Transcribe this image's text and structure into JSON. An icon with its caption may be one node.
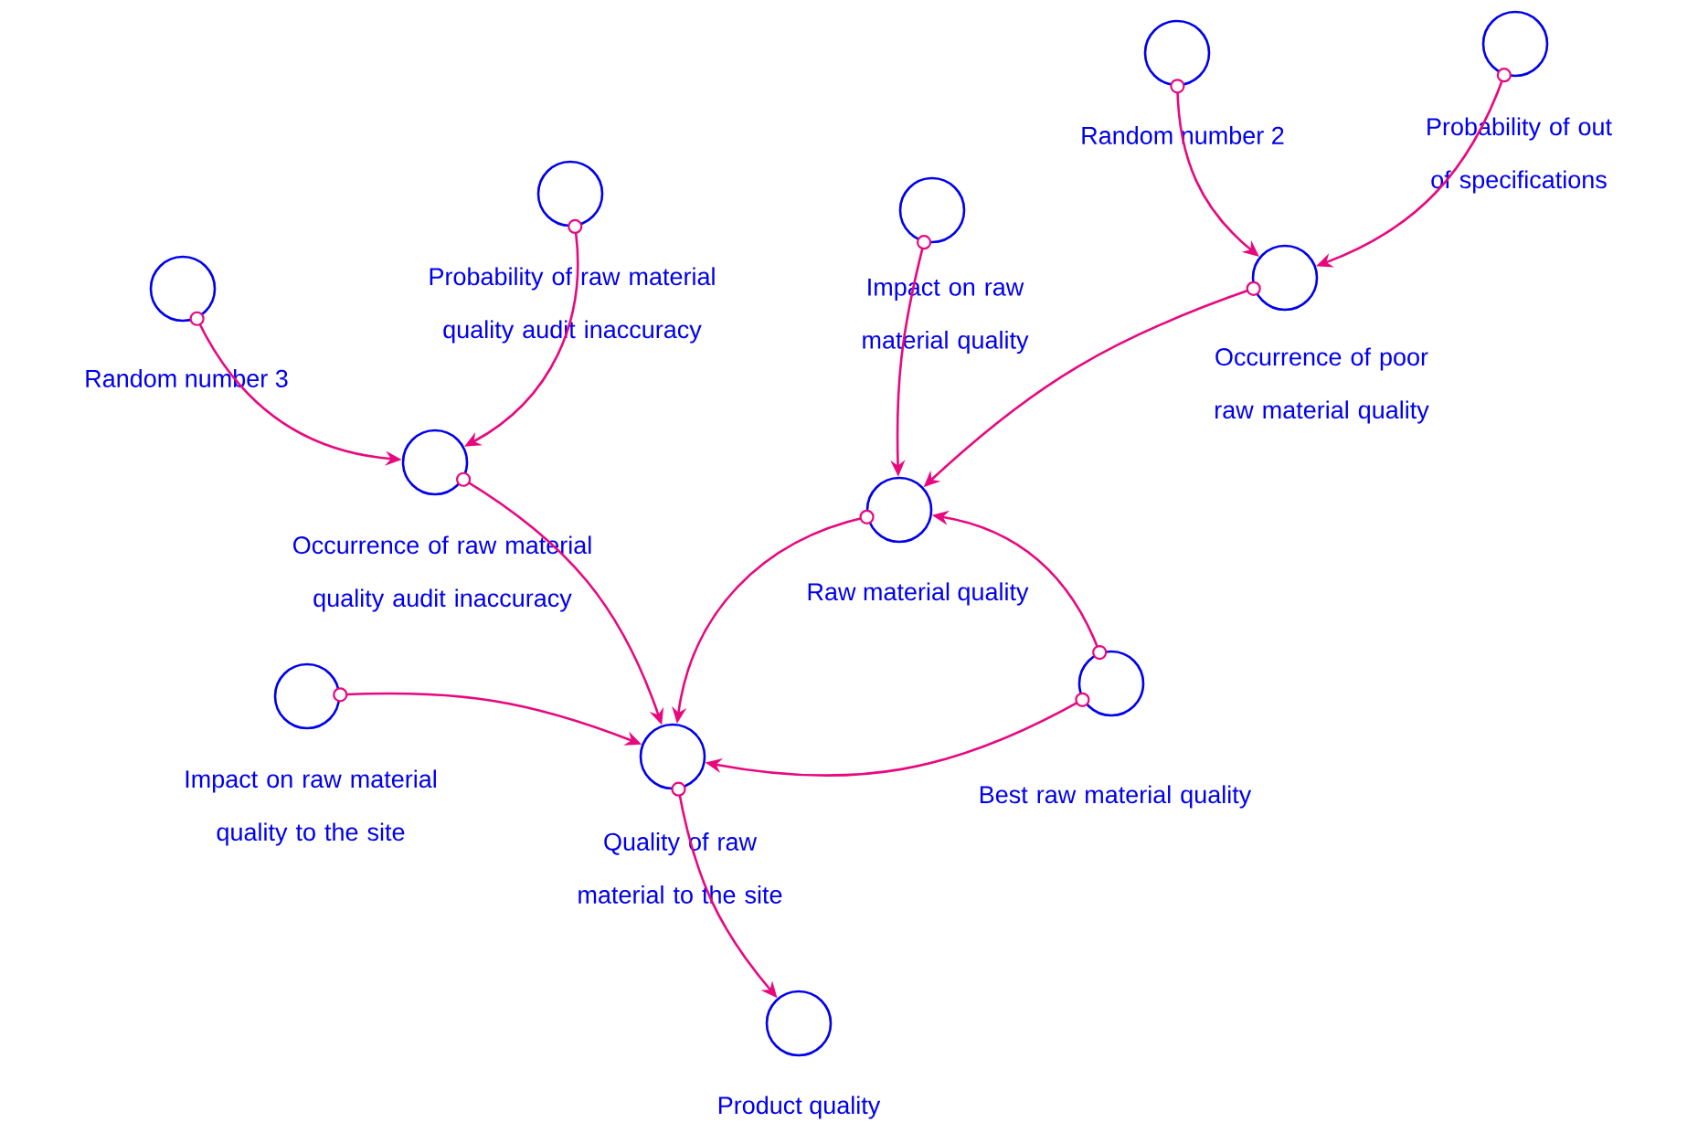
{
  "diagram": {
    "nodes": [
      {
        "text": [
          "Random number 3"
        ]
      },
      {
        "text": [
          "Probability of raw material quality audit inaccuracy"
        ]
      },
      {
        "text": [
          "Occurrence of raw material quality audit inaccuracy"
        ]
      },
      {
        "text": [
          "Impact on raw material quality"
        ]
      },
      {
        "text": [
          "Random number 2"
        ]
      },
      {
        "text": [
          "Probability of out of specifications"
        ]
      },
      {
        "text": [
          "Occurrence of poor raw material quality"
        ]
      },
      {
        "text": [
          "Raw material quality"
        ]
      },
      {
        "text": [
          "Best raw material quality"
        ]
      },
      {
        "text": [
          "Impact on raw material quality to the site"
        ]
      },
      {
        "text": [
          "Quality of raw material to the site"
        ]
      },
      {
        "text": [
          "Product quality"
        ]
      }
    ],
    "edges": [
      {
        "from": 0,
        "to": 2,
        "arrow": "to"
      },
      {
        "from": 1,
        "to": 2,
        "arrow": "to"
      },
      {
        "from": 4,
        "to": 6,
        "arrow": "to"
      },
      {
        "from": 5,
        "to": 6,
        "arrow": "to"
      },
      {
        "from": 3,
        "to": 7,
        "arrow": "to"
      },
      {
        "from": 6,
        "to": 7,
        "arrow": "to"
      },
      {
        "from": 2,
        "to": 10,
        "arrow": "to"
      },
      {
        "from": 7,
        "to": 10,
        "arrow": "to"
      },
      {
        "from": 8,
        "to": 7,
        "arrow": "to"
      },
      {
        "from": 8,
        "to": 10,
        "arrow": "to"
      },
      {
        "from": 9,
        "to": 10,
        "arrow": "to"
      },
      {
        "from": 10,
        "to": 11,
        "arrow": "to"
      }
    ]
  }
}
